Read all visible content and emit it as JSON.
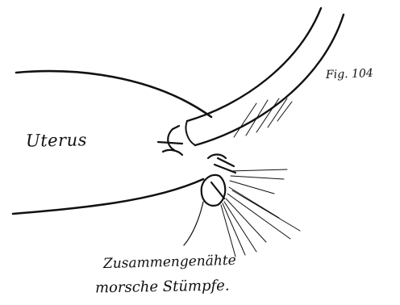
{
  "figure": {
    "label": "Fig. 104",
    "organ_label": "Uterus",
    "caption_line1": "Zusammengenähte",
    "caption_line2": "morsche Stümpfe."
  }
}
